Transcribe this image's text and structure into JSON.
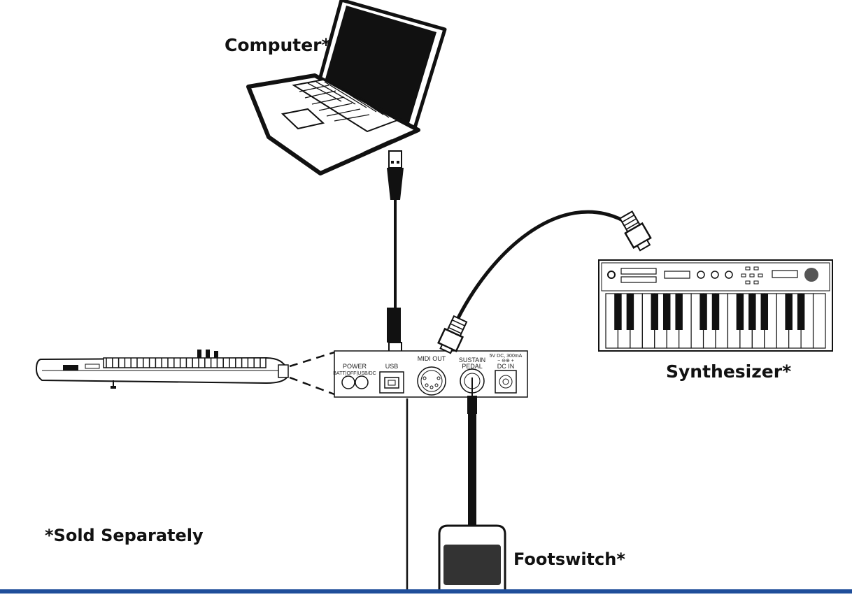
{
  "labels": {
    "computer": "Computer*",
    "synthesizer": "Synthesizer*",
    "footswitch": "Footswitch*",
    "sold_separately": "*Sold Separately"
  },
  "panel": {
    "power": "POWER",
    "power_modes": "BATT|OFF|USB/DC",
    "usb": "USB",
    "midi_out": "MIDI OUT",
    "sustain_line1": "SUSTAIN",
    "sustain_line2": "PEDAL",
    "dc_rating": "5V DC, 300mA",
    "dc_polarity": "−  ⊖⊕  +",
    "dc_in": "DC IN"
  },
  "colors": {
    "line": "#111111",
    "footer_bar": "#1f4e9a"
  }
}
